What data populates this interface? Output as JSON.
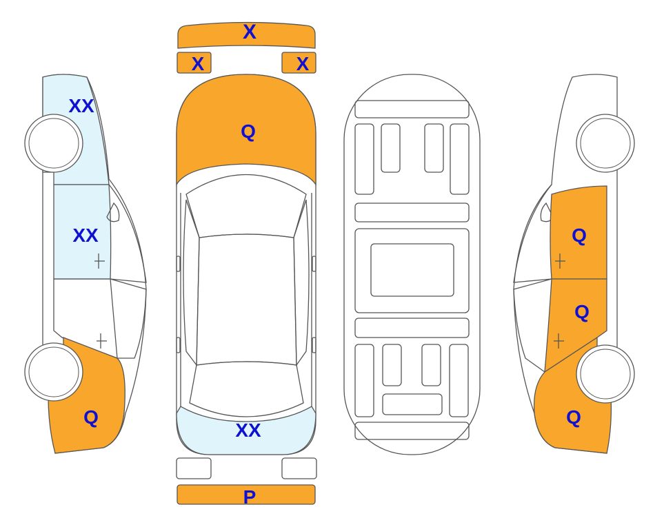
{
  "colors": {
    "orange": "#F9A72C",
    "light_blue": "#E0F4FB",
    "white": "#ffffff",
    "outline": "#555555",
    "label": "#1010d0"
  },
  "labels": {
    "front_bumper": "X",
    "front_left_light": "X",
    "front_right_light": "X",
    "hood": "Q",
    "rear_window": "XX",
    "rear_bumper": "P",
    "left_front_fender": "XX",
    "left_front_door": "XX",
    "left_rear_quarter": "Q",
    "right_front_door": "Q",
    "right_rear_door": "Q",
    "right_rear_quarter": "Q"
  }
}
